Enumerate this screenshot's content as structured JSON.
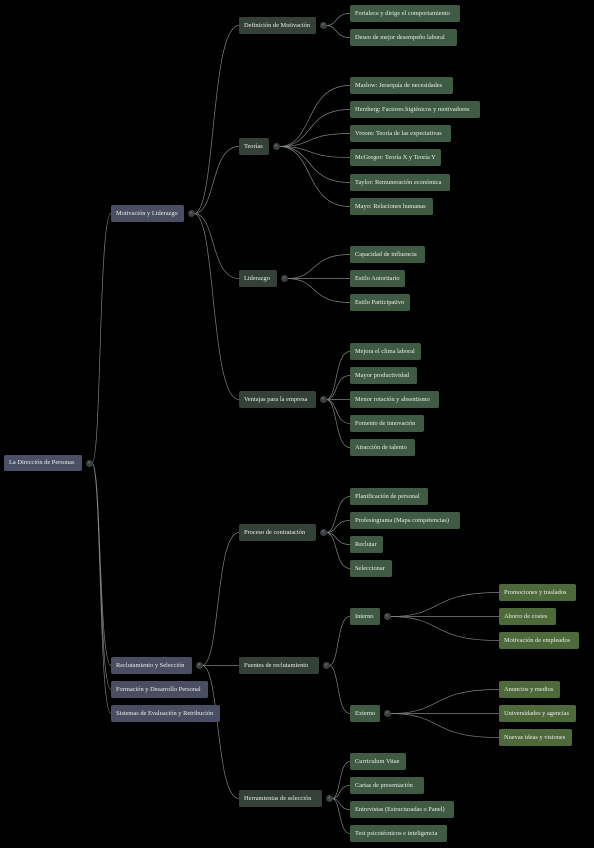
{
  "mindmap": {
    "root": "La Dirección de Personas",
    "branches": [
      {
        "label": "Motivación y Liderazgo",
        "children": [
          {
            "label": "Definición de Motivación",
            "children": [
              "Fortalece y dirige el comportamiento",
              "Deseo de mejor desempeño laboral"
            ]
          },
          {
            "label": "Teorías",
            "children": [
              "Maslow: Jerarquía de necesidades",
              "Herzberg: Factores higiénicos y motivadores",
              "Vroom: Teoría de las expectativas",
              "McGregor: Teoría X y Teoría Y",
              "Taylor: Remuneración económica",
              "Mayo: Relaciones humanas"
            ]
          },
          {
            "label": "Liderazgo",
            "children": [
              "Capacidad de influencia",
              "Estilo Autoritario",
              "Estilo Participativo"
            ]
          },
          {
            "label": "Ventajas para la empresa",
            "children": [
              "Mejora el clima laboral",
              "Mayor productividad",
              "Menor rotación y absentismo",
              "Fomento de innovación",
              "Atracción de talento"
            ]
          }
        ]
      },
      {
        "label": "Reclutamiento y Selección",
        "children": [
          {
            "label": "Proceso de contratación",
            "children": [
              "Planificación de personal",
              "Profesiograma (Mapa competencias)",
              "Reclutar",
              "Seleccionar"
            ]
          },
          {
            "label": "Fuentes de reclutamiento",
            "children": [
              {
                "label": "Interno",
                "children": [
                  "Promociones y traslados",
                  "Ahorro de costes",
                  "Motivación de empleados"
                ]
              },
              {
                "label": "Externo",
                "children": [
                  "Anuncios y medios",
                  "Universidades y agencias",
                  "Nuevas ideas y visiones"
                ]
              }
            ]
          },
          {
            "label": "Herramientas de selección",
            "children": [
              "Curriculum Vitae",
              "Cartas de presentación",
              "Entrevistas (Estructuradas o Panel)",
              "Test psicotécnicos e inteligencia"
            ]
          }
        ]
      },
      {
        "label": "Formación y Desarrollo Personal"
      },
      {
        "label": "Sistemas de Evaluación y Retribución"
      }
    ]
  }
}
